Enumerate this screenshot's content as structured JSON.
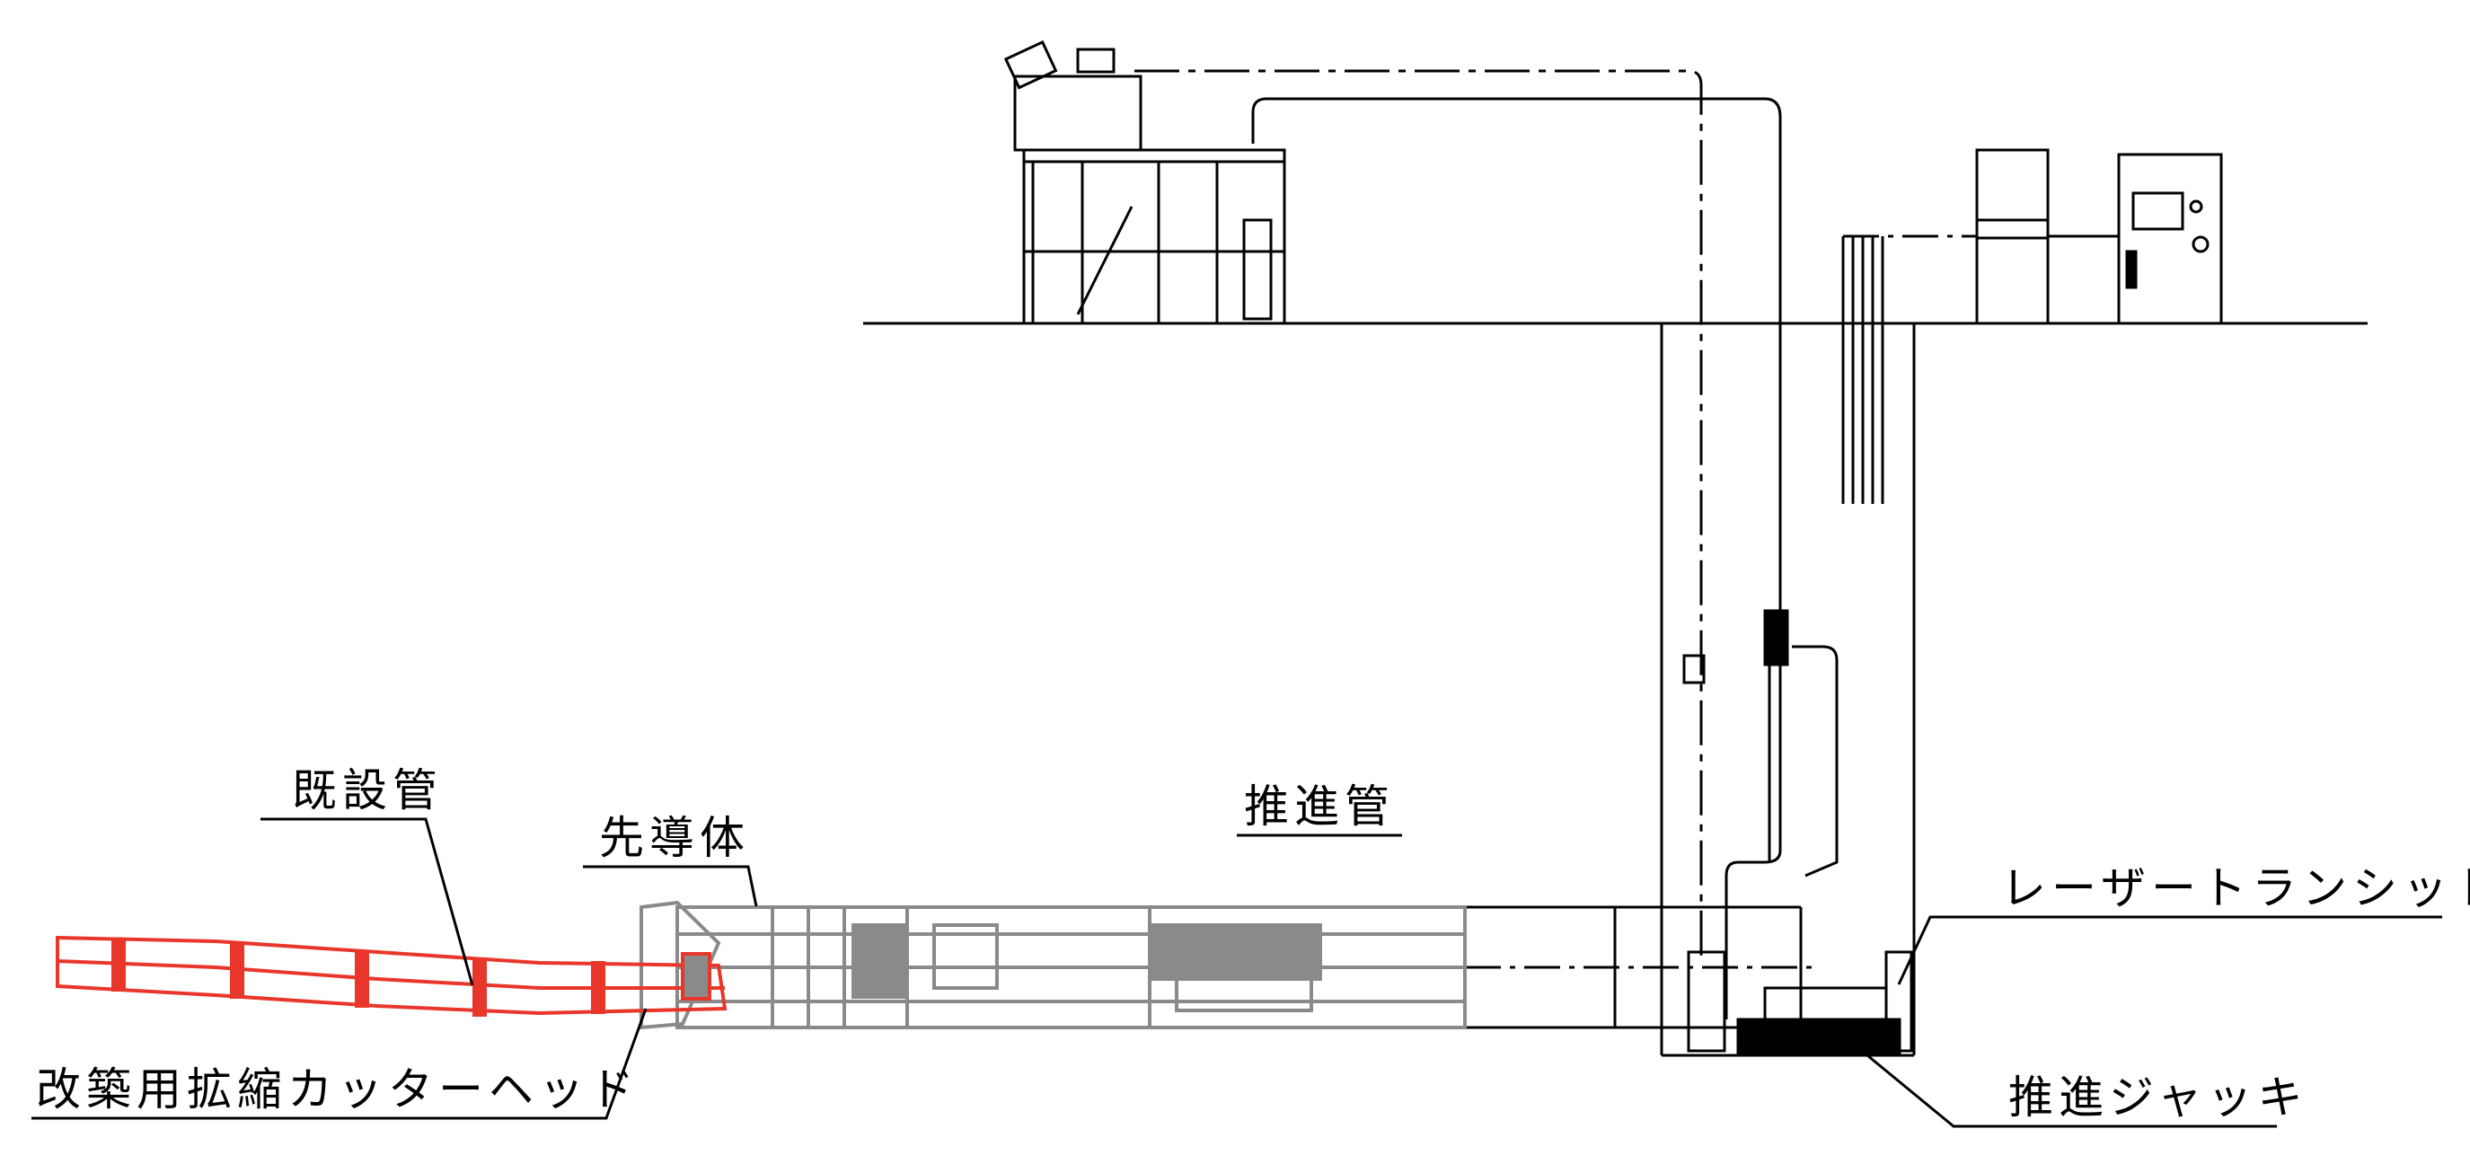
{
  "labels": {
    "existing_pipe": "既設管",
    "lead_body": "先導体",
    "jacking_pipe": "推進管",
    "cutter_head": "改築用拡縮カッターヘッド",
    "laser_transit": "レーザートランシット",
    "jacking_jack": "推進ジャッキ"
  },
  "colors": {
    "existing_pipe": "#e8372a",
    "machine": "#8a8a8a",
    "line": "#000000"
  }
}
